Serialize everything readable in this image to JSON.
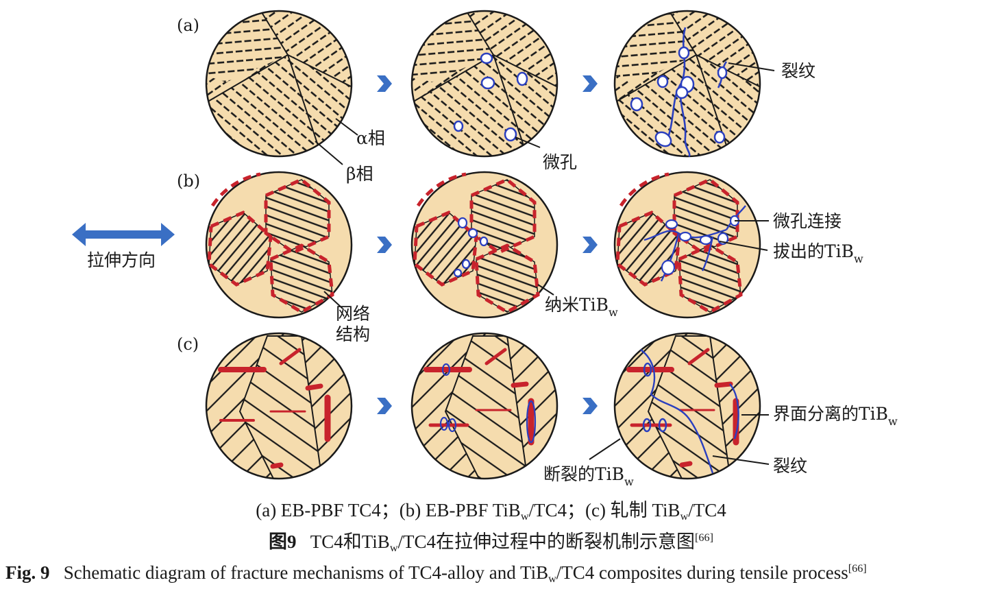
{
  "rows": [
    {
      "tag": "(a)"
    },
    {
      "tag": "(b)"
    },
    {
      "tag": "(c)"
    }
  ],
  "labels": {
    "alpha_phase": "α相",
    "beta_phase": "β相",
    "micropore": "微孔",
    "crack": "裂纹",
    "network": "网络",
    "structure": "结构",
    "nano_tib": "纳米TiB",
    "micropore_link": "微孔连接",
    "pulled_tib": "拔出的TiB",
    "debond_tib": "界面分离的TiB",
    "broken_tib": "断裂的TiB",
    "crack2": "裂纹",
    "sub_w": "w",
    "tensile_dir": "拉伸方向"
  },
  "captions": {
    "line1_a": "(a) EB-PBF TC4；(b) EB-PBF TiB",
    "line1_b": "/TC4；(c) 轧制 TiB",
    "line1_c": "/TC4",
    "sub_w": "w",
    "fig_cn_label": "图9",
    "fig_cn_a": "TC4和TiB",
    "fig_cn_b": "/TC4在拉伸过程中的断裂机制示意图",
    "fig_cn_ref": "[66]",
    "fig_en_label": "Fig. 9",
    "fig_en_a": "Schematic diagram of fracture mechanisms of TC4-alloy and TiB",
    "fig_en_b": "/TC4 composites during tensile process",
    "fig_en_ref": "[66]"
  },
  "colors": {
    "matrix": "#f5dcae",
    "lamella": "#1a1a1a",
    "tib": "#c8232c",
    "void_crack": "#2a3fbf",
    "arrow": "#3a6fc4"
  },
  "icons": [
    "double-arrow-icon",
    "chevron-right-icon"
  ]
}
